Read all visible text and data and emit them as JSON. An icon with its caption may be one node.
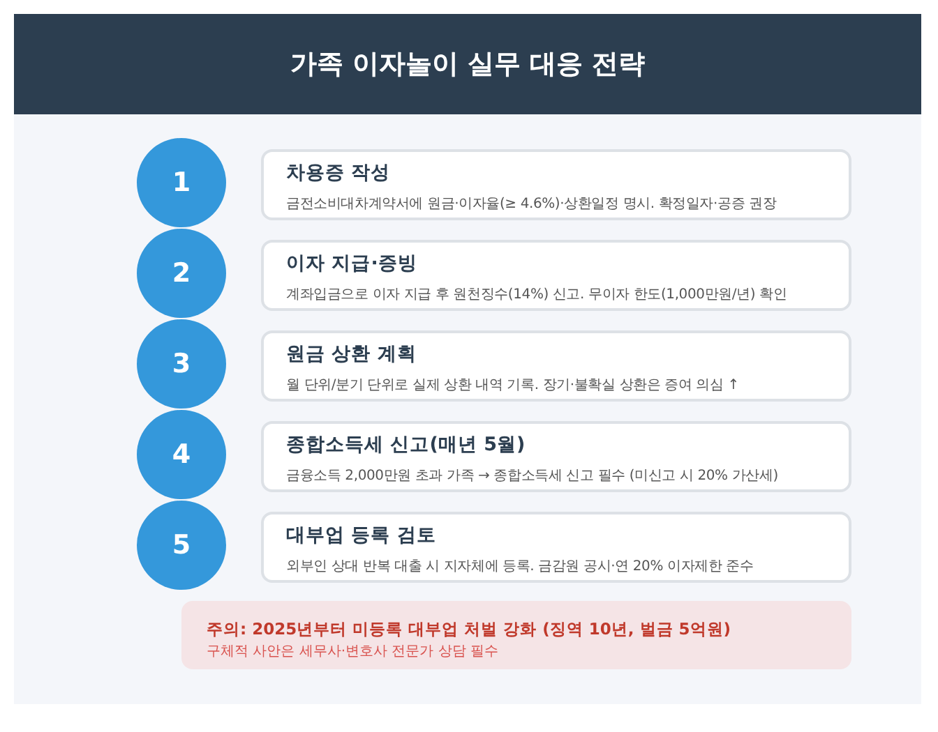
{
  "diagram": {
    "title": "가족 이자놀이 실무 대응 전략",
    "nodes": [
      {
        "text": [
          "1"
        ]
      },
      {
        "text": [
          "차용증 작성",
          "금전소비대차계약서에 원금·이자율(≥ 4.6%)·상환일정 명시. 확정일자·공증 권장"
        ]
      },
      {
        "text": [
          "2"
        ]
      },
      {
        "text": [
          "이자 지급·증빙",
          "계좌입금으로 이자 지급 후 원천징수(14%) 신고. 무이자 한도(1,000만원/년) 확인"
        ]
      },
      {
        "text": [
          "3"
        ]
      },
      {
        "text": [
          "원금 상환 계획",
          "월 단위/분기 단위로 실제 상환 내역 기록. 장기·불확실 상환은 증여 의심 ↑"
        ]
      },
      {
        "text": [
          "4"
        ]
      },
      {
        "text": [
          "종합소득세 신고(매년 5월)",
          "금융소득 2,000만원 초과 가족 → 종합소득세 신고 필수 (미신고 시 20% 가산세)"
        ]
      },
      {
        "text": [
          "5"
        ]
      },
      {
        "text": [
          "대부업 등록 검토",
          "외부인 상대 반복 대출 시 지자체에 등록. 금감원 공시·연 20% 이자제한 준수"
        ]
      },
      {
        "text": [
          "주의: 2025년부터 미등록 대부업 처벌 강화 (징역 10년, 벌금 5억원)",
          "구체적 사안은 세무사·변호사 전문가 상담 필수"
        ]
      }
    ]
  }
}
